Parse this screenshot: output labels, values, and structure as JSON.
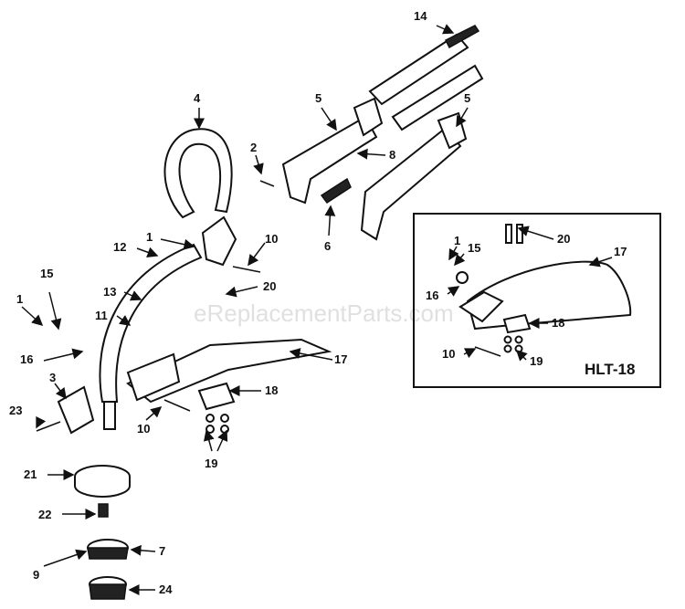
{
  "watermark": "eReplacementParts.com",
  "inset": {
    "model_label": "HLT-18"
  },
  "callouts": {
    "c1": "1",
    "c2": "2",
    "c3": "3",
    "c4": "4",
    "c5": "5",
    "c5b": "5",
    "c6": "6",
    "c7": "7",
    "c8": "8",
    "c9": "9",
    "c10": "10",
    "c10b": "10",
    "c11": "11",
    "c12": "12",
    "c13": "13",
    "c14": "14",
    "c15": "15",
    "c16": "16",
    "c17": "17",
    "c18": "18",
    "c19": "19",
    "c20": "20",
    "c21": "21",
    "c22": "22",
    "c23": "23",
    "c24": "24",
    "i1": "1",
    "i15": "15",
    "i16": "16",
    "i17": "17",
    "i18": "18",
    "i19": "19",
    "i20": "20",
    "i10": "10"
  }
}
